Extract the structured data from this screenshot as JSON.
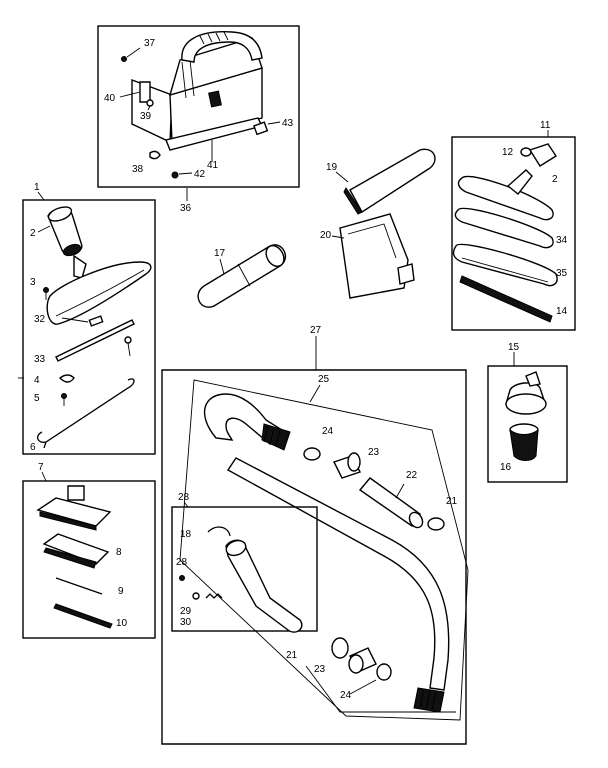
{
  "labels": {
    "p1": "1",
    "p2a": "2",
    "p2b": "2",
    "p3": "3",
    "p4": "4",
    "p5": "5",
    "p6": "6",
    "p7": "7",
    "p8": "8",
    "p9": "9",
    "p10": "10",
    "p11": "11",
    "p12": "12",
    "p14": "14",
    "p15": "15",
    "p16": "16",
    "p17": "17",
    "p18": "18",
    "p19": "19",
    "p20": "20",
    "p21a": "21",
    "p21b": "21",
    "p22": "22",
    "p23a": "23",
    "p23b": "23",
    "p24a": "24",
    "p24b": "24",
    "p25": "25",
    "p27": "27",
    "p28a": "28",
    "p28b": "28",
    "p29": "29",
    "p30": "30",
    "p32": "32",
    "p33": "33",
    "p34": "34",
    "p35": "35",
    "p36": "36",
    "p37": "37",
    "p38": "38",
    "p39": "39",
    "p40": "40",
    "p41": "41",
    "p42": "42",
    "p43": "43"
  }
}
